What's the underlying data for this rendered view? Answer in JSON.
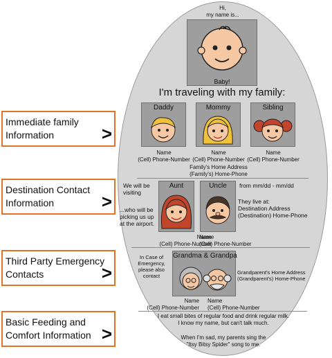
{
  "header": {
    "greeting": "Hi,\nmy name is...",
    "baby_caption": "Baby!",
    "headline": "I'm traveling with my family:"
  },
  "family": {
    "daddy": "Daddy",
    "mommy": "Mommy",
    "sibling": "Sibling",
    "name_phone": "Name\n(Cell) Phone-Number",
    "home_address": "Family's Home Address\n(Family's) Home-Phone"
  },
  "destination": {
    "visiting": "We will be\nvisiting",
    "aunt": "Aunt",
    "uncle": "Uncle",
    "dates": "from mm/dd - mm/dd",
    "picking_up": "...who will be\npicking us up\nat the airport.",
    "live_at": "They live at:\nDestination Address\n(Destination) Home-Phone",
    "aunt_contact": "Name\n(Cell) Phone-Number",
    "uncle_contact": "Name\n(Cell) Phone-Number"
  },
  "emergency": {
    "note": "In Case of\nEmergency,\nplease also\ncontact",
    "grandparents": "Grandma & Grandpa",
    "grand_address": "Grandparent's Home Address\n(Grandparent's) Home-Phone",
    "grandma_contact": "Name\n(Cell) Phone-Number",
    "grandpa_contact": "Name\n(Cell) Phone-Number"
  },
  "feeding": {
    "line1": "I eat small bites of regular food and drink regular milk.\nI know my name, but can't talk much.",
    "line2": "When I'm sad, my parents sing the\n\"Itsy Bitsy Spider\" song to me."
  },
  "callouts": [
    {
      "label": "Immediate family\nInformation",
      "arrow": ">"
    },
    {
      "label": "Destination Contact\nInformation",
      "arrow": ">"
    },
    {
      "label": "Third Party Emergency\nContacts",
      "arrow": ">"
    },
    {
      "label": "Basic Feeding and\nComfort Information",
      "arrow": ">"
    }
  ],
  "colors": {
    "oval": "#d6d6d6",
    "frame": "#9e9e9e",
    "callout_border": "#e07325",
    "skin": "#f7c8a4"
  },
  "icons": [
    "baby-face-icon",
    "daddy-face-icon",
    "mommy-face-icon",
    "sibling-face-icon",
    "aunt-face-icon",
    "uncle-face-icon",
    "grandma-face-icon",
    "grandpa-face-icon"
  ]
}
